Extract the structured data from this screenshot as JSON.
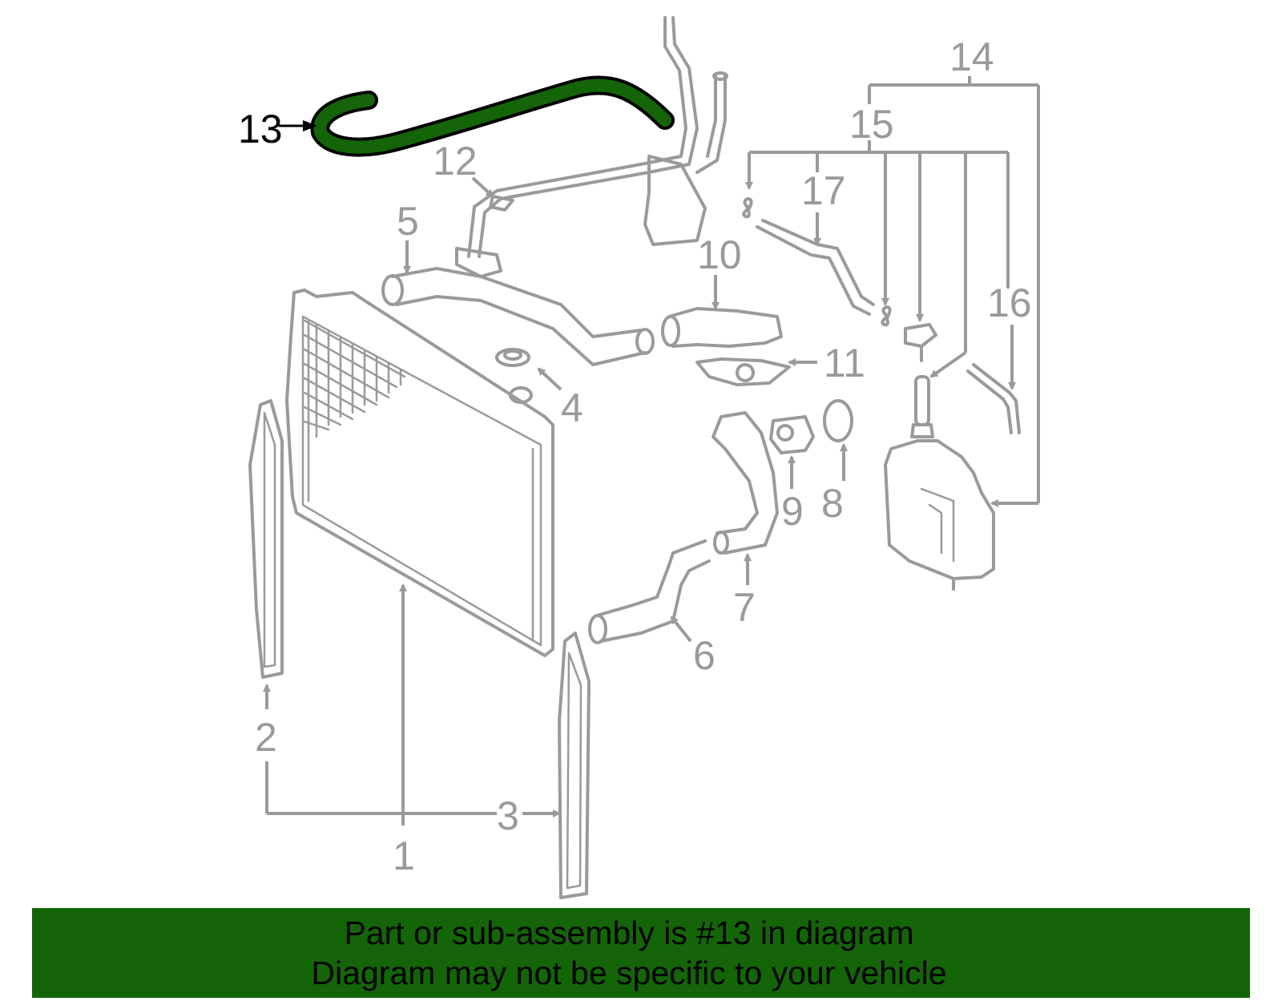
{
  "diagram": {
    "highlighted_part": "13",
    "highlight_color": "#146508",
    "line_color": "#9a9a9a",
    "callouts": [
      {
        "id": "1",
        "label": "1"
      },
      {
        "id": "2",
        "label": "2"
      },
      {
        "id": "3",
        "label": "3"
      },
      {
        "id": "4",
        "label": "4"
      },
      {
        "id": "5",
        "label": "5"
      },
      {
        "id": "6",
        "label": "6"
      },
      {
        "id": "7",
        "label": "7"
      },
      {
        "id": "8",
        "label": "8"
      },
      {
        "id": "9",
        "label": "9"
      },
      {
        "id": "10",
        "label": "10"
      },
      {
        "id": "11",
        "label": "11"
      },
      {
        "id": "12",
        "label": "12"
      },
      {
        "id": "13",
        "label": "13"
      },
      {
        "id": "14",
        "label": "14"
      },
      {
        "id": "15",
        "label": "15"
      },
      {
        "id": "16",
        "label": "16"
      },
      {
        "id": "17",
        "label": "17"
      }
    ]
  },
  "banner": {
    "line1": "Part or sub-assembly is #13 in diagram",
    "line2": "Diagram may not be specific to your vehicle",
    "background": "#146508"
  }
}
